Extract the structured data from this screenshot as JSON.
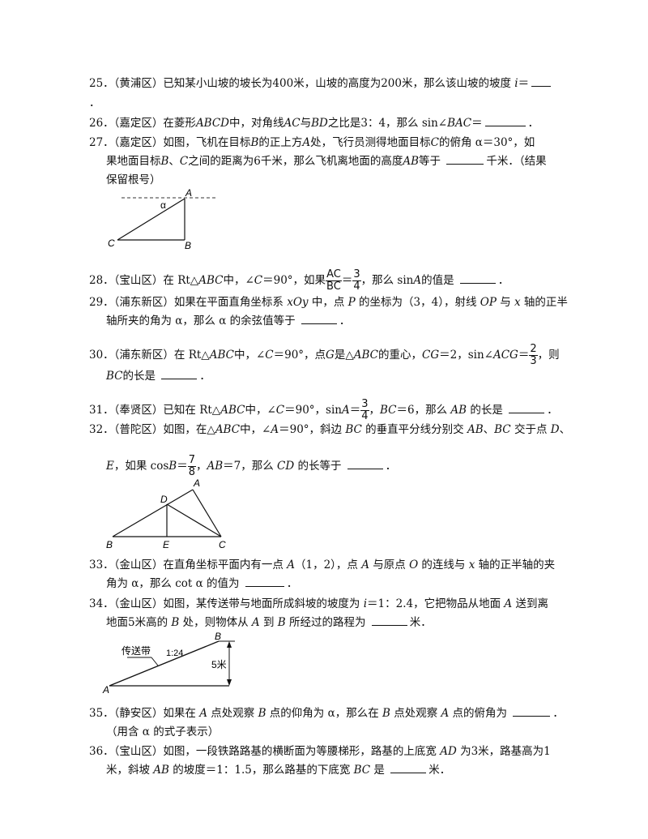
{
  "q25": {
    "line1": "25．（黄浦区）已知某小山坡的坡长为400米，山坡的高度为200米，那么该山坡的坡度 ",
    "i": "i",
    "eq": "＝",
    "line2": "．"
  },
  "q26": {
    "pre": "26．（嘉定区）在菱形",
    "abcd": "ABCD",
    "mid1": "中，对角线",
    "ac": "AC",
    "mid2": "与",
    "bd": "BD",
    "mid3": "之比是3：4，那么 sin∠",
    "bac": "BAC",
    "eq": "＝",
    "end": "．"
  },
  "q27": {
    "pre": "27．（嘉定区）如图，飞机在目标",
    "b": "B",
    "mid1": "的正上方",
    "a": "A",
    "mid2": "处，飞行员测得地面目标",
    "c": "C",
    "mid3": "的俯角 α＝30°，如",
    "l2pre": "果地面目标",
    "b2": "B",
    "sep": "、",
    "c2": "C",
    "l2mid": "之间的距离为6千米，那么飞机离地面的高度",
    "ab": "AB",
    "l2end1": "等于 ",
    "l2end2": "千米．（结果",
    "l3": "保留根号）"
  },
  "fig27": {
    "A": "A",
    "B": "B",
    "C": "C",
    "alpha": "α"
  },
  "q28": {
    "pre": "28．（宝山区）在 Rt△",
    "abc": "ABC",
    "mid1": "中，∠",
    "c": "C",
    "mid2": "＝90°，如果",
    "num": "AC",
    "den": "BC",
    "eq": "＝",
    "fnum": "3",
    "fden": "4",
    "mid3": "，那么 sin",
    "a": "A",
    "end": "的值是 ",
    "dot": "．"
  },
  "q29": {
    "pre": "29．（浦东新区）如果在平面直角坐标系 ",
    "xoy": "xOy",
    "mid1": " 中，点 ",
    "p": "P",
    "mid2": " 的坐标为（3，4），射线 ",
    "op": "OP",
    "mid3": " 与 ",
    "x": "x",
    "end": " 轴的正半",
    "l2": "轴所夹的角为 α，那么 α 的余弦值等于 ",
    "dot": "．"
  },
  "q30": {
    "pre": "30．（浦东新区）在 Rt△",
    "abc": "ABC",
    "mid1": "中，∠",
    "c": "C",
    "mid2": "＝90°，点",
    "g": "G",
    "mid3": "是△",
    "abc2": "ABC",
    "mid4": "的重心，",
    "cg": "CG",
    "mid5": "＝2，sin∠",
    "acg": "ACG",
    "eq": "＝",
    "fnum": "2",
    "fden": "3",
    "end": "，则",
    "bc": "BC",
    "l2": "的长是 ",
    "dot": "．"
  },
  "q31": {
    "pre": "31．（奉贤区）已知在 Rt△",
    "abc": "ABC",
    "mid1": "中，∠",
    "c": "C",
    "mid2": "＝90°，sin",
    "a": "A",
    "eq": "＝",
    "fnum": "3",
    "fden": "4",
    "mid3": "，",
    "bc": "BC",
    "mid4": "＝6，那么 ",
    "ab": "AB",
    "end": " 的长是 ",
    "dot": "．"
  },
  "q32": {
    "pre": "32．（普陀区）如图，在△",
    "abc": "ABC",
    "mid1": "中，∠",
    "a": "A",
    "mid2": "＝90°，斜边 ",
    "bc": "BC",
    "mid3": " 的垂直平分线分别交 ",
    "ab": "AB",
    "sep": "、",
    "bc2": "BC",
    "mid4": " 交于点 ",
    "d": "D",
    "end": "、",
    "e": "E",
    "l2pre": "，如果 cos",
    "b": "B",
    "eq": "＝",
    "fnum": "7",
    "fden": "8",
    "l2mid": "，",
    "ab2": "AB",
    "l2mid2": "＝7，那么 ",
    "cd": "CD",
    "l2end": " 的长等于 ",
    "dot": "．"
  },
  "fig32": {
    "A": "A",
    "B": "B",
    "C": "C",
    "D": "D",
    "E": "E"
  },
  "q33": {
    "pre": "33．（金山区）在直角坐标平面内有一点 ",
    "a": "A",
    "mid1": "（1，2），点 ",
    "a2": "A",
    "mid2": " 与原点 ",
    "o": "O",
    "mid3": " 的连线与 ",
    "x": "x",
    "end": " 轴的正半轴的夹",
    "l2": "角为 α，那么 cot α 的值为 ",
    "dot": "．"
  },
  "q34": {
    "pre": "34．（金山区）如图，某传送带与地面所成斜坡的坡度为 ",
    "i": "i",
    "mid1": "＝1：2.4，它把物品从地面 ",
    "a": "A",
    "end": " 送到离",
    "l2pre": "地面5米高的 ",
    "b": "B",
    "l2mid": " 处，则物体从 ",
    "a2": "A",
    "l2mid2": " 到 ",
    "b2": "B",
    "l2end": " 所经过的路程为 ",
    "unit": "米．"
  },
  "fig34": {
    "belt": "传送带",
    "ratio": "1:24",
    "height": "5米",
    "A": "A",
    "B": "B"
  },
  "q35": {
    "pre": "35．（静安区）如果在 ",
    "a": "A",
    "mid1": " 点处观察 ",
    "b": "B",
    "mid2": " 点的仰角为 α，那么在 ",
    "b2": "B",
    "mid3": " 点处观察 ",
    "a2": "A",
    "end": " 点的俯角为 ",
    "dot": "．",
    "l2": "（用含 α 的式子表示）"
  },
  "q36": {
    "pre": "36．（宝山区）如图，一段铁路路基的横断面为等腰梯形，路基的上底宽 ",
    "ad": "AD",
    "end": " 为3米，路基高为1",
    "l2pre": "米，斜坡 ",
    "ab": "AB",
    "l2mid": " 的坡度＝1：1.5，那么路基的下底宽 ",
    "bc": "BC",
    "l2end": " 是 ",
    "unit": "米．"
  }
}
